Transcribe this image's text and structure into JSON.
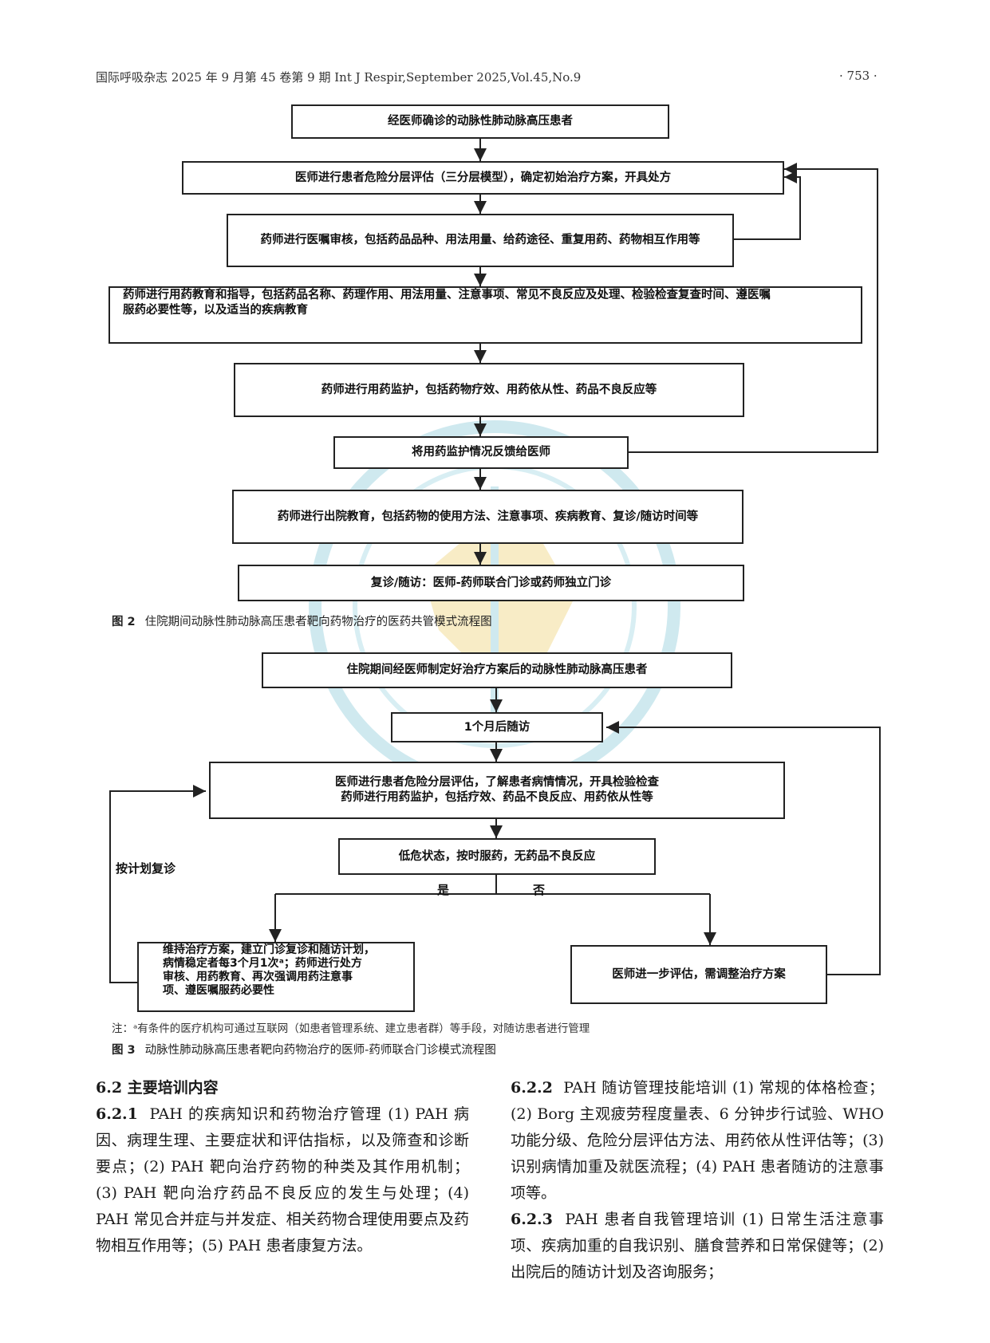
{
  "header": {
    "journal": "国际呼吸杂志 2025 年 9 月第 45 卷第 9 期   Int J Respir,September 2025,Vol.45,No.9",
    "page": "· 753 ·"
  },
  "figure2": {
    "boxes": [
      "经医师确诊的动脉性肺动脉高压患者",
      "医师进行患者危险分层评估（三分层模型），确定初始治疗方案，开具处方",
      "药师进行医嘱审核，包括药品品种、用法用量、给药途径、重复用药、药物相互作用等",
      "药师进行用药教育和指导，包括药品名称、药理作用、用法用量、注意事项、常见不良反应及处理、检验检查复查时间、遵医嘱",
      "服药必要性等，以及适当的疾病教育",
      "药师进行用药监护，包括药物疗效、用药依从性、药品不良反应等",
      "将用药监护情况反馈给医师",
      "药师进行出院教育，包括药物的使用方法、注意事项、疾病教育、复诊/随访时间等",
      "复诊/随访：医师-药师联合门诊或药师独立门诊"
    ],
    "caption_num": "图 2",
    "caption": "住院期间动脉性肺动脉高压患者靶向药物治疗的医药共管模式流程图"
  },
  "figure3": {
    "boxes": [
      "住院期间经医师制定好治疗方案后的动脉性肺动脉高压患者",
      "1个月后随访",
      "医师进行患者危险分层评估，了解患者病情情况，开具检验检查",
      "药师进行用药监护，包括疗效、药品不良反应、用药依从性等",
      "低危状态，按时服药，无药品不良反应",
      "维持治疗方案，建立门诊复诊和随访计划，",
      "病情稳定者每3个月1次ᵃ；药师进行处方",
      "审核、用药教育、再次强调用药注意事",
      "项、遵医嘱服药必要性",
      "医师进一步评估，需调整治疗方案"
    ],
    "label_yes": "是",
    "label_no": "否",
    "label_loop": "按计划复诊",
    "note": "注：ᵃ有条件的医疗机构可通过互联网（如患者管理系统、建立患者群）等手段，对随访患者进行管理",
    "caption_num": "图 3",
    "caption": "动脉性肺动脉高压患者靶向药物治疗的医师-药师联合门诊模式流程图"
  },
  "body": {
    "left": {
      "h62": "6.2   主要培训内容",
      "h621": "6.2.1",
      "p621": "PAH 的疾病知识和药物治疗管理    (1) PAH 病因、病理生理、主要症状和评估指标，以及筛查和诊断要点；(2) PAH 靶向治疗药物的种类及其作用机制；(3) PAH 靶向治疗药品不良反应的发生与处理；(4) PAH 常见合并症与并发症、相关药物合理使用要点及药物相互作用等；(5) PAH 患者康复方法。"
    },
    "right": {
      "h622": "6.2.2",
      "p622": "PAH 随访管理技能培训    (1) 常规的体格检查；(2) Borg 主观疲劳程度量表、6 分钟步行试验、WHO 功能分级、危险分层评估方法、用药依从性评估等；(3) 识别病情加重及就医流程；(4) PAH 患者随访的注意事项等。",
      "h623": "6.2.3",
      "p623": "PAH 患者自我管理培训    (1) 日常生活注意事项、疾病加重的自我识别、膳食营养和日常保健等；(2) 出院后的随访计划及咨询服务；"
    }
  },
  "colors": {
    "watermark": "#cfe9ef",
    "map": "#f6e7b8",
    "ink": "#111111"
  }
}
